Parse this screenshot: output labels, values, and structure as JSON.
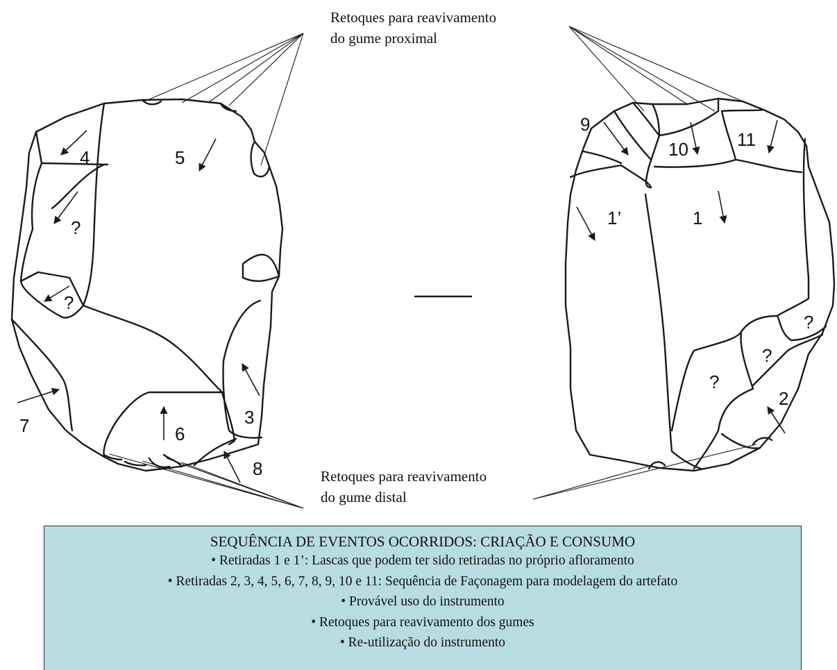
{
  "captions": {
    "proximal_line1": "Retoques para reavivamento",
    "proximal_line2": "do gume proximal",
    "distal_line1": "Retoques para reavivamento",
    "distal_line2": "do gume distal"
  },
  "left_face_labels": {
    "n4": "4",
    "n5": "5",
    "q1": "?",
    "q2": "?",
    "n3": "3",
    "n6": "6",
    "n7": "7",
    "n8": "8"
  },
  "right_face_labels": {
    "n9": "9",
    "n10": "10",
    "n11": "11",
    "n1p": "1’",
    "n1": "1",
    "q1": "?",
    "q2": "?",
    "q3": "?",
    "n2": "2"
  },
  "summary": {
    "title": "SEQUÊNCIA DE EVENTOS OCORRIDOS: CRIAÇÃO E CONSUMO",
    "items": [
      "• Retiradas 1 e 1’: Lascas que podem ter sido retiradas no próprio afloramento",
      "• Retiradas 2, 3, 4, 5, 6, 7, 8, 9, 10 e 11: Sequência de Façonagem para modelagem do artefato",
      "• Provável uso do instrumento",
      "• Retoques para reavivamento dos gumes",
      "• Re-utilização do instrumento"
    ]
  }
}
